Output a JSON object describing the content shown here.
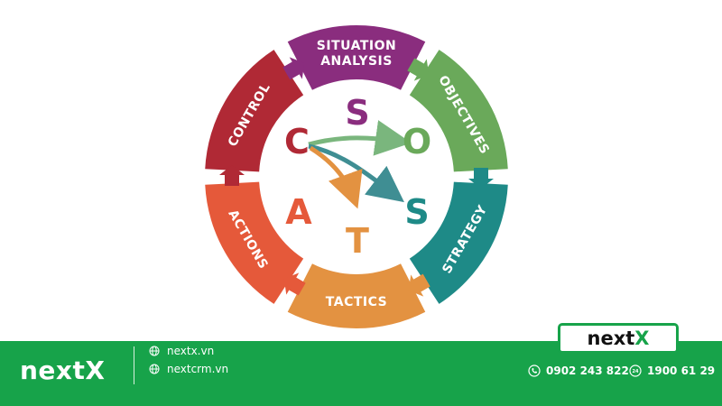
{
  "diagram": {
    "segments": [
      {
        "line1": "SITUATION",
        "line2": "ANALYSIS",
        "color": "#8a2d7e"
      },
      {
        "line1": "OBJECTIVES",
        "line2": "",
        "color": "#6aa95a"
      },
      {
        "line1": "STRATEGY",
        "line2": "",
        "color": "#1e8a87"
      },
      {
        "line1": "TACTICS",
        "line2": "",
        "color": "#e39241"
      },
      {
        "line1": "ACTIONS",
        "line2": "",
        "color": "#e5593a"
      },
      {
        "line1": "CONTROL",
        "line2": "",
        "color": "#b02935"
      }
    ],
    "letters": {
      "s1": {
        "char": "S",
        "color": "#8a2d7e"
      },
      "o": {
        "char": "O",
        "color": "#6aa95a"
      },
      "s2": {
        "char": "S",
        "color": "#1e8a87"
      },
      "t": {
        "char": "T",
        "color": "#e39241"
      },
      "a": {
        "char": "A",
        "color": "#e5593a"
      },
      "c": {
        "char": "C",
        "color": "#b02935"
      }
    }
  },
  "footer": {
    "brand_prefix": "next",
    "brand_suffix": "X",
    "links": [
      "nextx.vn",
      "nextcrm.vn"
    ],
    "phones": [
      "0902 243 822",
      "1900 61 29"
    ]
  },
  "badge": {
    "prefix": "next",
    "suffix": "X"
  },
  "colors": {
    "brand_green": "#17a34a"
  }
}
